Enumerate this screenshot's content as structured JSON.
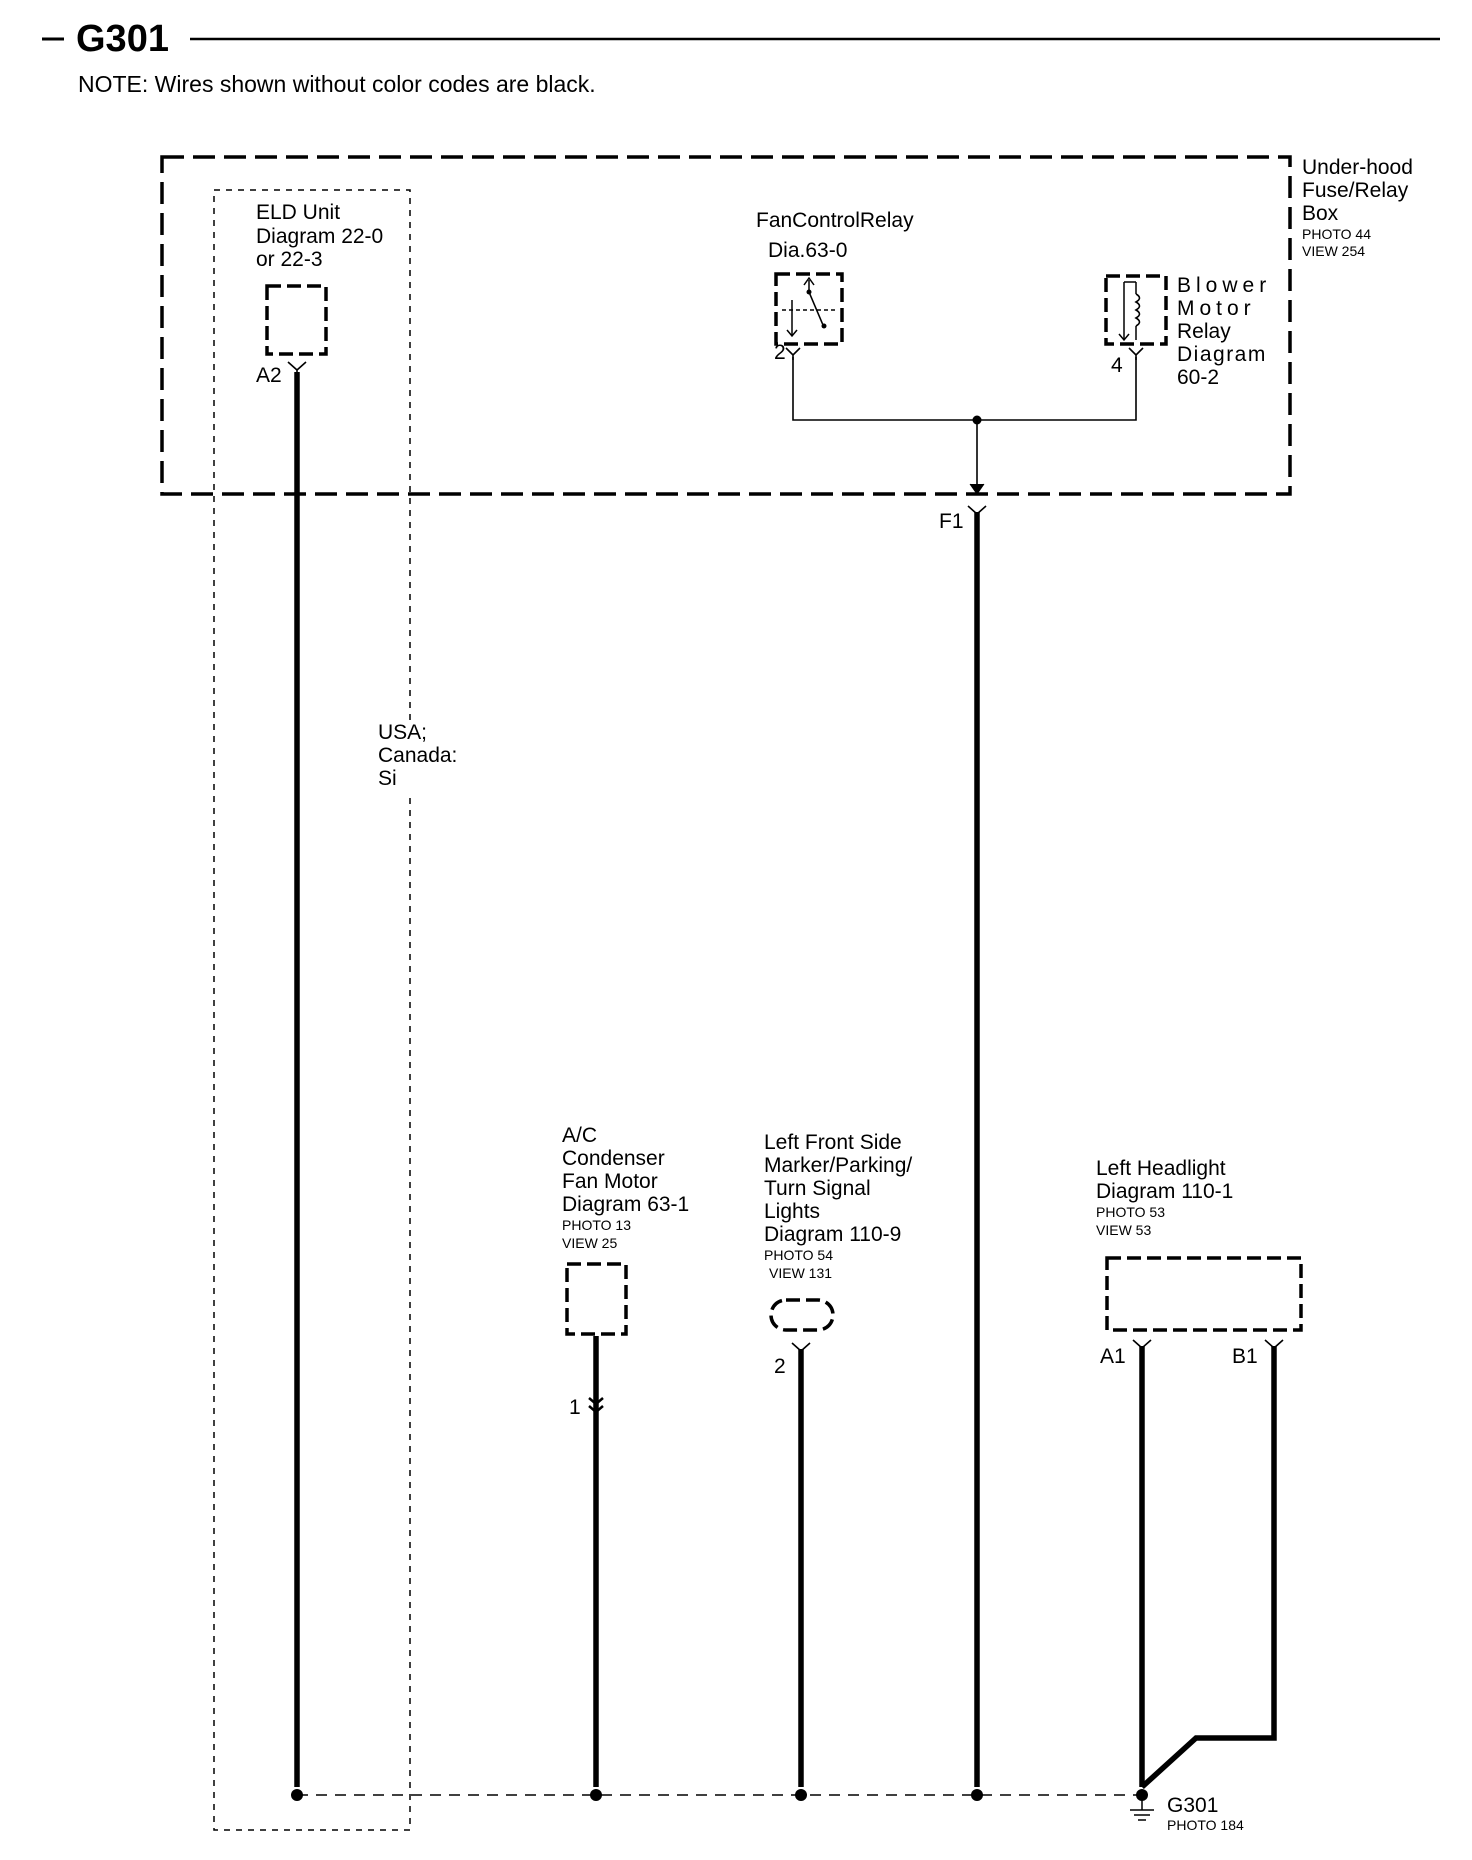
{
  "header": {
    "title": "G301",
    "note": "NOTE: Wires shown without color codes are black."
  },
  "fuse_box": {
    "label": [
      "Under-hood",
      "Fuse/Relay",
      "Box"
    ],
    "photo": "PHOTO 44",
    "view": "VIEW 254"
  },
  "eld_unit": {
    "label": [
      "ELD Unit",
      "Diagram 22-0",
      "or 22-3"
    ],
    "pin": "A2"
  },
  "fan_control_relay": {
    "label": [
      "FanControlRelay",
      "Dia.63-0"
    ],
    "pin": "2"
  },
  "blower_motor_relay": {
    "label": [
      "Blower",
      "Motor",
      "Relay",
      "Diagram",
      "60-2"
    ],
    "pin": "4"
  },
  "fuse_box_connector": {
    "pin": "F1"
  },
  "region_note": [
    "USA;",
    "Canada:",
    "Si"
  ],
  "ac_condenser": {
    "label": [
      "A/C",
      "Condenser",
      "Fan Motor",
      "Diagram 63-1"
    ],
    "photo": "PHOTO 13",
    "view": "VIEW 25",
    "pin": "1"
  },
  "left_front_marker": {
    "label": [
      "Left Front Side",
      "Marker/Parking/",
      "Turn Signal",
      "Lights",
      "Diagram 110-9"
    ],
    "photo": "PHOTO 54",
    "view": "VIEW 131",
    "pin": "2"
  },
  "left_headlight": {
    "label": [
      "Left Headlight",
      "Diagram 110-1"
    ],
    "photo": "PHOTO 53",
    "view": "VIEW 53",
    "pin_a": "A1",
    "pin_b": "B1"
  },
  "ground": {
    "name": "G301",
    "photo": "PHOTO 184"
  }
}
